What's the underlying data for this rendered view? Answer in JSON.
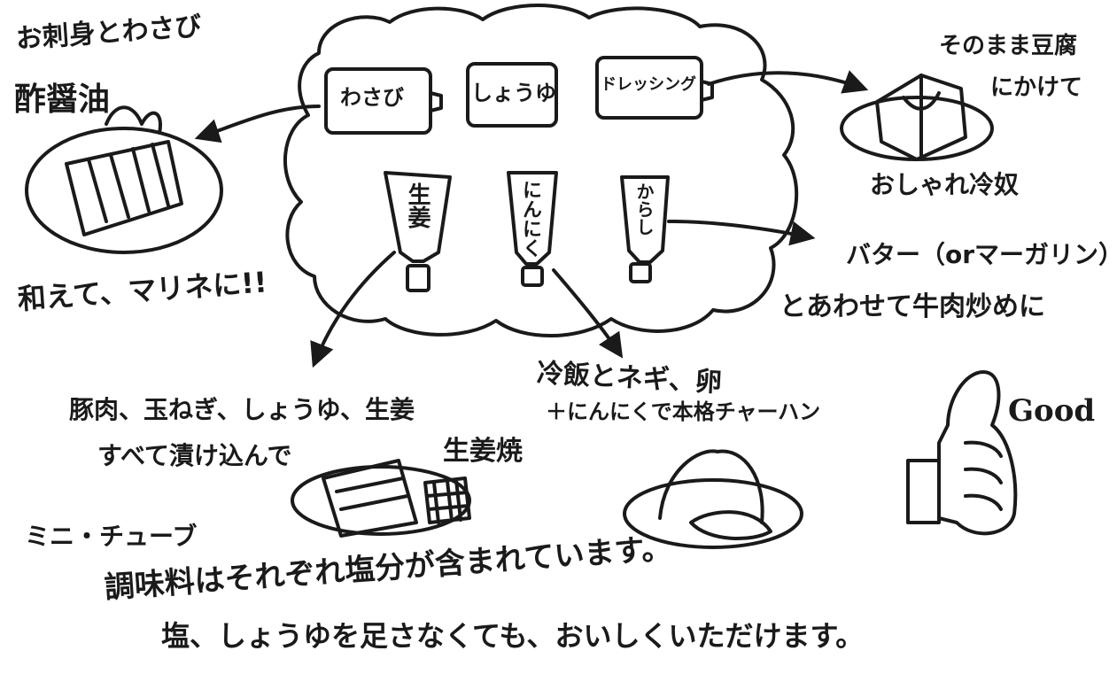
{
  "center": {
    "tubes_top": [
      "わさび",
      "しょうゆ",
      "ドレッシング"
    ],
    "tubes_bottom": [
      "生姜",
      "にんにく",
      "からし"
    ]
  },
  "sashimi": {
    "title": "お刺身とわさび",
    "subtitle": "酢醤油",
    "caption": "和えて、マリネに!!"
  },
  "tofu": {
    "label_line1": "そのまま豆腐",
    "label_line2": "にかけて",
    "caption": "おしゃれ冷奴"
  },
  "butter": {
    "line1": "バター（orマーガリン）",
    "line2": "とあわせて牛肉炒めに"
  },
  "ginger": {
    "line1": "豚肉、玉ねぎ、しょうゆ、生姜",
    "line2": "すべて漬け込んで",
    "dish": "生姜焼"
  },
  "fried_rice": {
    "line1": "冷飯とネギ、卵",
    "line2": "＋にんにくで本格チャーハン"
  },
  "good": {
    "label": "Good"
  },
  "footer": {
    "heading": "ミニ・チューブ",
    "line1": "調味料はそれぞれ塩分が含まれています。",
    "line2": "塩、しょうゆを足さなくても、おいしくいただけます。"
  },
  "colors": {
    "ink": "#1a1a1a",
    "paper": "#ffffff"
  }
}
